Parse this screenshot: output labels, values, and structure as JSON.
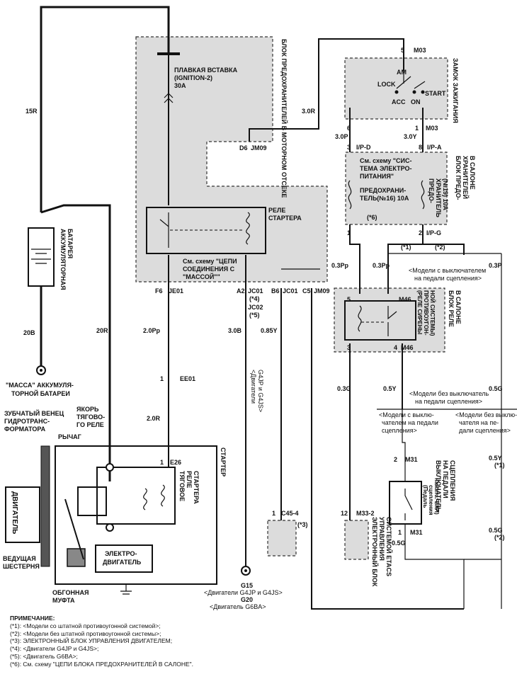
{
  "labels": {
    "fuse_block_engine": "БЛОК ПРЕДОХРАНИТЕЛЕЙ В МОТОРНОМ ОТСЕКЕ",
    "fusible_link_1": "ПЛАВКАЯ ВСТАВКА",
    "fusible_link_2": "(IGNITION-2)",
    "fusible_link_3": "30A",
    "ignition_lock": "ЗАМОК ЗАЖИГАНИЯ",
    "lock": "LOCK",
    "am": "AM",
    "acc": "ACC",
    "on": "ON",
    "start": "START",
    "starter_relay_1": "РЕЛЕ",
    "starter_relay_2": "СТАРТЕРА",
    "ground_ref_1": "См. схему \"ЦЕПИ",
    "ground_ref_2": "СОЕДИНЕНИЯ С",
    "ground_ref_3": "\"МАССОЙ\"\"",
    "battery_1": "АККУМУЛЯТОРНАЯ",
    "battery_2": "БАТАРЕЯ",
    "battery_ground_1": "\"МАССА\" АККУМУЛЯ-",
    "battery_ground_2": "ТОРНОЙ БАТАРЕИ",
    "ring_gear_1": "ЗУБЧАТЫЙ ВЕНЕЦ",
    "ring_gear_2": "ГИДРОТРАНС-",
    "ring_gear_3": "ФОРМАТОРА",
    "armature_1": "ЯКОРЬ",
    "armature_2": "ТЯГОВО-",
    "armature_3": "ГО РЕЛЕ",
    "lever": "РЫЧАГ",
    "starter": "СТАРТЕР",
    "solenoid_1": "ТЯГОВОЕ",
    "solenoid_2": "РЕЛЕ",
    "solenoid_3": "СТАРТЕРА",
    "engine": "ДВИГАТЕЛЬ",
    "motor_1": "ЭЛЕКТРО-",
    "motor_2": "ДВИГАТЕЛЬ",
    "drive_gear_1": "ВЕДУЩАЯ",
    "drive_gear_2": "ШЕСТЕРНЯ",
    "clutch_1": "ОБГОННАЯ",
    "clutch_2": "МУФТА",
    "g15": "G15",
    "g15_desc": "<Двигатели G4JP и G4JS>",
    "g20": "G20",
    "g20_desc": "<Двигатель G6BA>",
    "engines_note_1": "<Двигатели",
    "engines_note_2": "G4JP и G4JS>",
    "fuse_block_cabin_1": "БЛОК ПРЕДО-",
    "fuse_block_cabin_2": "ХРАНИТЕЛЕЙ",
    "fuse_block_cabin_3": "В САЛОНЕ",
    "power_ref_1": "См. схему \"СИС-",
    "power_ref_2": "ТЕМА ЭЛЕКТРО-",
    "power_ref_3": "ПИТАНИЯ\"",
    "fuse16_1": "ПРЕДОХРАНИ-",
    "fuse16_2": "ТЕЛЬ(№16) 10A",
    "fuse19_1": "ПРЕДО-",
    "fuse19_2": "ХРАНИТЕЛЬ",
    "fuse19_3": "(№19) 10A",
    "note6": "(*6)",
    "models_with_switch_1": "<Модели с выключателем",
    "models_with_switch_2": "на педали сцепления>",
    "models_without_switch_1": "<Модели без выключатель",
    "models_without_switch_2": "на педали сцепления>",
    "models_with_switch_b1": "<Модели с выклю-",
    "models_with_switch_b2": "чателем на педали",
    "models_with_switch_b3": "сцепления>",
    "models_without_switch_b1": "<Модели без выклю-",
    "models_without_switch_b2": "чателя на пе-",
    "models_without_switch_b3": "дали сцепления>",
    "relay_block_1": "БЛОК РЕЛЕ",
    "relay_block_2": "В САЛОНЕ",
    "siren_relay_1": "(РЕЛЕ СИРЕНЫ",
    "siren_relay_2": "ПРОТИВОУГОН-",
    "siren_relay_3": "НОЙ СИСТЕМЫ)",
    "clutch_switch_1": "ВЫКЛЮЧАТЕЛЬ",
    "clutch_switch_2": "НА ПЕДАЛИ",
    "clutch_switch_3": "СЦЕПЛЕНИЯ",
    "clutch_switch_4": "(Педаль",
    "clutch_switch_5": "сцепления",
    "clutch_switch_6": "нажата: ВКЛ)",
    "etacs_1": "ЭЛЕКТРОННЫЙ БЛОК",
    "etacs_2": "УПРАВЛЕНИЯ",
    "etacs_3": "СИСТЕМОЙ ETACS",
    "star1": "(*1)",
    "star2": "(*2)",
    "star3": "(*3)",
    "star4": "(*4)",
    "star5": "(*5)"
  },
  "wires": {
    "w15R": "15R",
    "w20B": "20B",
    "w20R": "20R",
    "w30R": "3.0R",
    "w30P": "3.0P",
    "w30Y": "3.0Y",
    "w20Pp": "2.0Pp",
    "w20R_b": "2.0R",
    "w30B": "3.0B",
    "w085Y": "0.85Y",
    "w03Pp_a": "0.3Pp",
    "w03Pp_b": "0.3Pp",
    "w03P": "0.3P",
    "w03G": "0.3G",
    "w05Y": "0.5Y",
    "w05G": "0.5G",
    "w05Y_b": "0.5Y",
    "w05G_b": "0.5G",
    "w05G_c": "0.5G"
  },
  "connectors": {
    "m03_5": "5",
    "m03_top": "M03",
    "m03_6": "6",
    "m03_1": "1",
    "m03_bot": "M03",
    "d6": "D6",
    "jm09_a": "JM09",
    "ipd_3": "3",
    "ipd": "I/P-D",
    "ipa_8": "8",
    "ipa": "I/P-A",
    "ipg_1": "1",
    "ipg_2": "2",
    "ipg": "I/P-G",
    "f6": "F6",
    "je01": "JE01",
    "a2": "A2",
    "jc01_a": "JC01",
    "jc02": "JC02",
    "b6": "B6",
    "jc01_b": "JC01",
    "c5": "C5",
    "jm09_b": "JM09",
    "ee01_1": "1",
    "ee01": "EE01",
    "e26_1": "1",
    "e26": "E26",
    "m46_5": "5",
    "m46_a": "M46",
    "m46_3": "3",
    "m46_4": "4",
    "m46_b": "M46",
    "m31_2": "2",
    "m31_a": "M31",
    "m31_1": "1",
    "m31_b": "M31",
    "c45_1": "1",
    "c45": "C45-4",
    "m33_12": "12",
    "m33": "M33-2"
  },
  "notes": {
    "title": "ПРИМЕЧАНИЕ:",
    "items": [
      "(*1): <Модели со штатной противоугонной системой>;",
      "(*2): <Модели без штатной противоугонной системы>;",
      "(*3): ЭЛЕКТРОННЫЙ БЛОК УПРАВЛЕНИЯ ДВИГАТЕЛЕМ;",
      "(*4): <Двигатели G4JP и G4JS>;",
      "(*5): <Двигатель G6BA>;",
      "(*6): См. схему \"ЦЕПИ БЛОКА ПРЕДОХРАНИТЕЛЕЙ В САЛОНЕ\"."
    ]
  }
}
